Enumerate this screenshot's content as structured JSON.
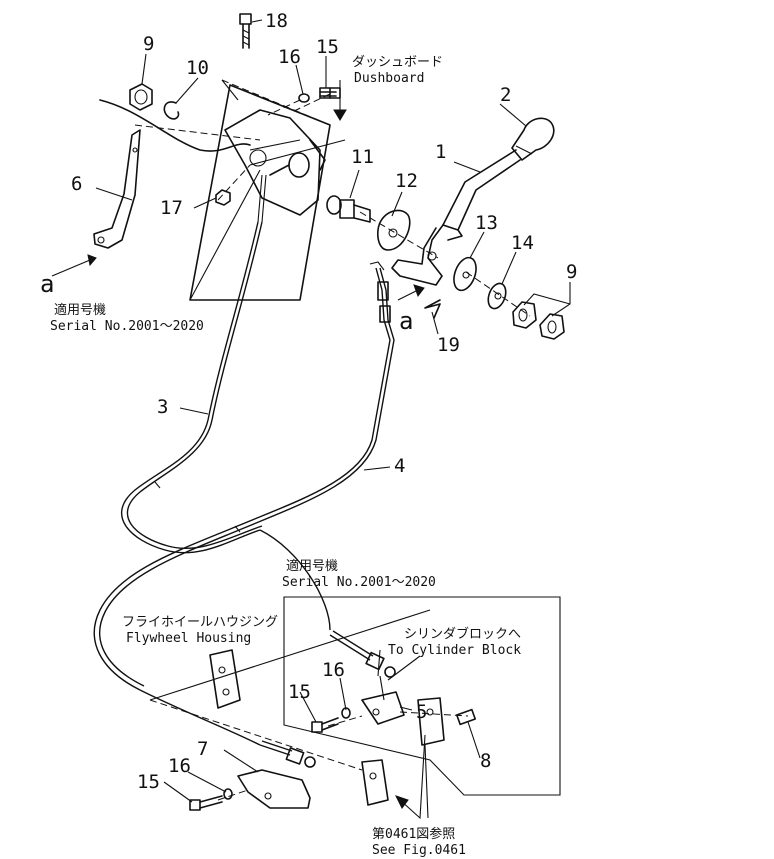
{
  "labels": {
    "p1": "1",
    "p2": "2",
    "p3": "3",
    "p4": "4",
    "p5": "5",
    "p6": "6",
    "p7": "7",
    "p8": "8",
    "p9a": "9",
    "p9b": "9",
    "p10": "10",
    "p11": "11",
    "p12": "12",
    "p13": "13",
    "p14": "14",
    "p15a": "15",
    "p15b": "15",
    "p15c": "15",
    "p16a": "16",
    "p16b": "16",
    "p16c": "16",
    "p17": "17",
    "p18": "18",
    "p19": "19",
    "view_a1": "a",
    "view_a2": "a"
  },
  "callouts": {
    "dashboard_jp": "ダッシュボード",
    "dashboard_en": "Dushboard",
    "serial_jp_1": "適用号機",
    "serial_en_1": "Serial No.2001～2020",
    "serial_jp_2": "適用号機",
    "serial_en_2": "Serial No.2001～2020",
    "flywheel_jp": "フライホイールハウジング",
    "flywheel_en": "Flywheel Housing",
    "cylinder_jp": "シリンダブロックへ",
    "cylinder_en": "To Cylinder Block",
    "seefig_jp": "第0461図参照",
    "seefig_en": "See Fig.0461"
  }
}
